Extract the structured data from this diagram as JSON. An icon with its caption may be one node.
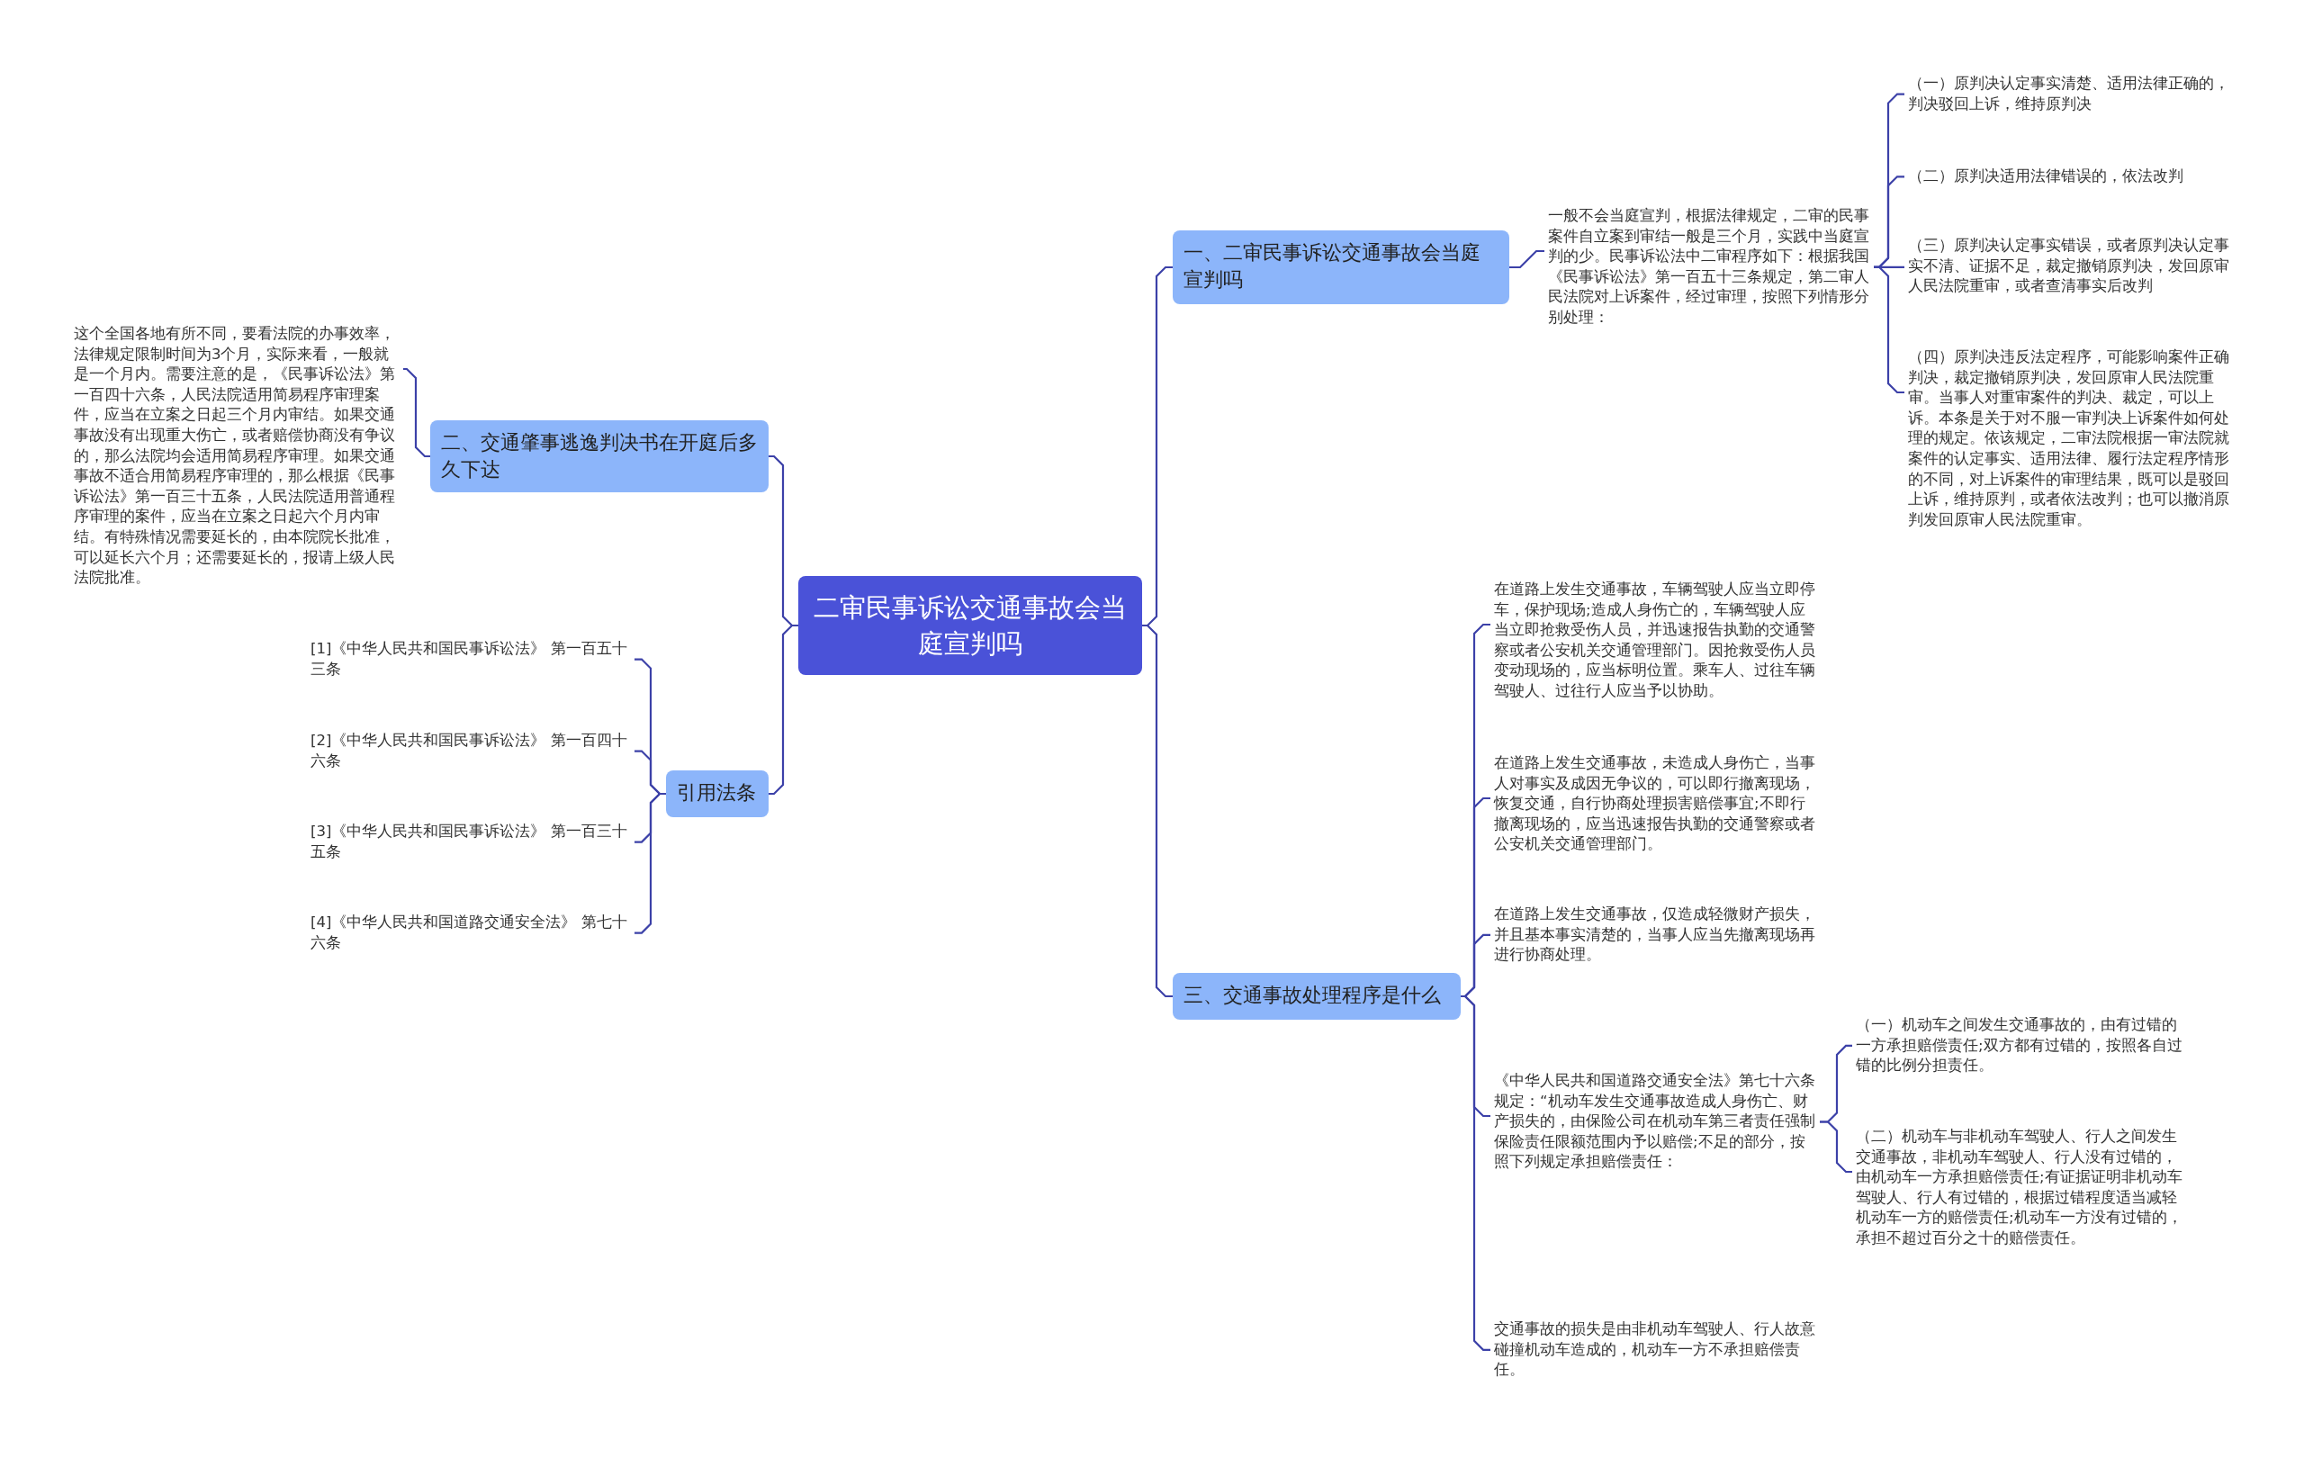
{
  "diagram": {
    "nodes": [
      {
        "text": [
          "二审民事诉讼交通事故会当庭宣判吗"
        ]
      },
      {
        "text": [
          "一、二审民事诉讼交通事故会当庭宣判吗"
        ]
      },
      {
        "text": [
          "一般不会当庭宣判，根据法律规定，二审的民事案件自立案到审结一般是三个月，实践中当庭宣判的少。民事诉讼法中二审程序如下：根据我国《民事诉讼法》第一百五十三条规定，第二审人民法院对上诉案件，经过审理，按照下列情形分别处理："
        ]
      },
      {
        "text": [
          "（一）原判决认定事实清楚、适用法律正确的，判决驳回上诉，维持原判决"
        ]
      },
      {
        "text": [
          "（二）原判决适用法律错误的，依法改判"
        ]
      },
      {
        "text": [
          "（三）原判决认定事实错误，或者原判决认定事实不清、证据不足，裁定撤销原判决，发回原审人民法院重审，或者查清事实后改判"
        ]
      },
      {
        "text": [
          "（四）原判决违反法定程序，可能影响案件正确判决，裁定撤销原判决，发回原审人民法院重审。当事人对重审案件的判决、裁定，可以上诉。本条是关于对不服一审判决上诉案件如何处理的规定。依该规定，二审法院根据一审法院就案件的认定事实、适用法律、履行法定程序情形的不同，对上诉案件的审理结果，既可以是驳回上诉，维持原判，或者依法改判；也可以撤消原判发回原审人民法院重审。"
        ]
      },
      {
        "text": [
          "二、交通肇事逃逸判决书在开庭后多久下达"
        ]
      },
      {
        "text": [
          "这个全国各地有所不同，要看法院的办事效率，法律规定限制时间为3个月，实际来看，一般就是一个月内。需要注意的是，《民事诉讼法》第一百四十六条，人民法院适用简易程序审理案件，应当在立案之日起三个月内审结。如果交通事故没有出现重大伤亡，或者赔偿协商没有争议的，那么法院均会适用简易程序审理。如果交通事故不适合用简易程序审理的，那么根据《民事诉讼法》第一百三十五条，人民法院适用普通程序审理的案件，应当在立案之日起六个月内审结。有特殊情况需要延长的，由本院院长批准，可以延长六个月；还需要延长的，报请上级人民法院批准。"
        ]
      },
      {
        "text": [
          "引用法条"
        ]
      },
      {
        "text": [
          "[1]《中华人民共和国民事诉讼法》 第一百五十三条"
        ]
      },
      {
        "text": [
          "[2]《中华人民共和国民事诉讼法》 第一百四十六条"
        ]
      },
      {
        "text": [
          "[3]《中华人民共和国民事诉讼法》 第一百三十五条"
        ]
      },
      {
        "text": [
          "[4]《中华人民共和国道路交通安全法》 第七十六条"
        ]
      },
      {
        "text": [
          "三、交通事故处理程序是什么"
        ]
      },
      {
        "text": [
          "在道路上发生交通事故，车辆驾驶人应当立即停车，保护现场;造成人身伤亡的，车辆驾驶人应当立即抢救受伤人员，并迅速报告执勤的交通警察或者公安机关交通管理部门。因抢救受伤人员变动现场的，应当标明位置。乘车人、过往车辆驾驶人、过往行人应当予以协助。"
        ]
      },
      {
        "text": [
          "在道路上发生交通事故，未造成人身伤亡，当事人对事实及成因无争议的，可以即行撤离现场，恢复交通，自行协商处理损害赔偿事宜;不即行撤离现场的，应当迅速报告执勤的交通警察或者公安机关交通管理部门。"
        ]
      },
      {
        "text": [
          "在道路上发生交通事故，仅造成轻微财产损失，并且基本事实清楚的，当事人应当先撤离现场再进行协商处理。"
        ]
      },
      {
        "text": [
          "《中华人民共和国道路交通安全法》第七十六条规定：“机动车发生交通事故造成人身伤亡、财产损失的，由保险公司在机动车第三者责任强制保险责任限额范围内予以赔偿;不足的部分，按照下列规定承担赔偿责任："
        ]
      },
      {
        "text": [
          "交通事故的损失是由非机动车驾驶人、行人故意碰撞机动车造成的，机动车一方不承担赔偿责任。"
        ]
      },
      {
        "text": [
          "（一）机动车之间发生交通事故的，由有过错的一方承担赔偿责任;双方都有过错的，按照各自过错的比例分担责任。"
        ]
      },
      {
        "text": [
          "（二）机动车与非机动车驾驶人、行人之间发生交通事故，非机动车驾驶人、行人没有过错的，由机动车一方承担赔偿责任;有证据证明非机动车驾驶人、行人有过错的，根据过错程度适当减轻机动车一方的赔偿责任;机动车一方没有过错的，承担不超过百分之十的赔偿责任。"
        ]
      }
    ],
    "edges": [
      {
        "from": 0,
        "to": 1,
        "arrow": "none"
      },
      {
        "from": 1,
        "to": 2,
        "arrow": "none"
      },
      {
        "from": 2,
        "to": 3,
        "arrow": "none"
      },
      {
        "from": 2,
        "to": 4,
        "arrow": "none"
      },
      {
        "from": 2,
        "to": 5,
        "arrow": "none"
      },
      {
        "from": 2,
        "to": 6,
        "arrow": "none"
      },
      {
        "from": 0,
        "to": 7,
        "arrow": "none"
      },
      {
        "from": 7,
        "to": 8,
        "arrow": "none"
      },
      {
        "from": 0,
        "to": 9,
        "arrow": "none"
      },
      {
        "from": 9,
        "to": 10,
        "arrow": "none"
      },
      {
        "from": 9,
        "to": 11,
        "arrow": "none"
      },
      {
        "from": 9,
        "to": 12,
        "arrow": "none"
      },
      {
        "from": 9,
        "to": 13,
        "arrow": "none"
      },
      {
        "from": 0,
        "to": 14,
        "arrow": "none"
      },
      {
        "from": 14,
        "to": 15,
        "arrow": "none"
      },
      {
        "from": 14,
        "to": 16,
        "arrow": "none"
      },
      {
        "from": 14,
        "to": 17,
        "arrow": "none"
      },
      {
        "from": 14,
        "to": 18,
        "arrow": "none"
      },
      {
        "from": 14,
        "to": 19,
        "arrow": "none"
      },
      {
        "from": 18,
        "to": 20,
        "arrow": "none"
      },
      {
        "from": 18,
        "to": 21,
        "arrow": "none"
      }
    ]
  }
}
